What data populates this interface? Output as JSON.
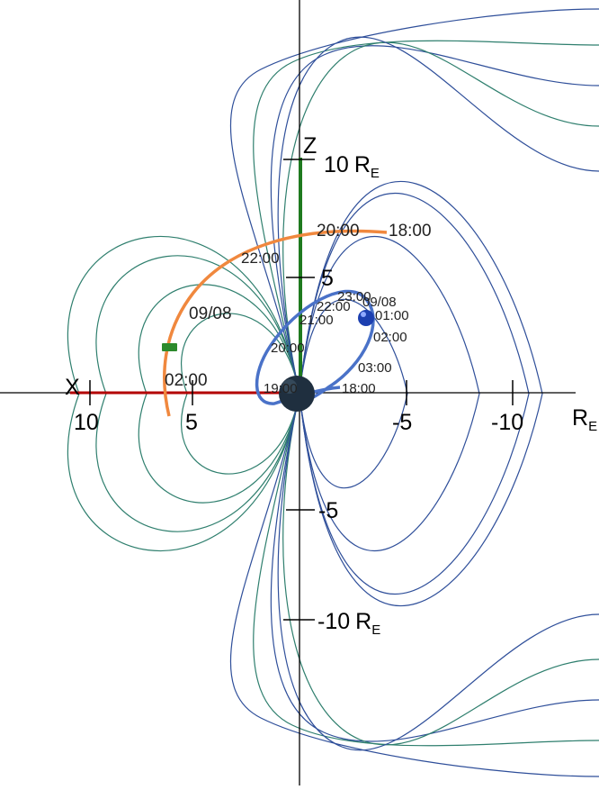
{
  "axes": {
    "x_name": "X",
    "z_name": "Z",
    "unit_main": "R",
    "unit_sub": "E",
    "x_ticks": [
      "10",
      "5",
      "-5",
      "-10"
    ],
    "z_ticks": [
      "10",
      "5",
      "-5",
      "-10"
    ]
  },
  "orbit_orange": {
    "color": "#f0883e",
    "times": [
      "20:00",
      "18:00",
      "22:00",
      "09/08",
      "02:00"
    ]
  },
  "orbit_blue": {
    "color": "#4a72c8",
    "times": [
      "23:00",
      "22:00",
      "09/08",
      "21:00",
      "01:00",
      "02:00",
      "20:00",
      "03:00",
      "19:00",
      "18:00"
    ]
  },
  "colors": {
    "field_lines": "#2f7f6e",
    "field_lines_night": "#2f4f9a",
    "x_axis": "#b30000",
    "z_axis": "#1f7a1f",
    "earth": "#1f2f3f",
    "satellite_blue": "#1c3fb0",
    "satellite_green": "#2c8a2c"
  }
}
